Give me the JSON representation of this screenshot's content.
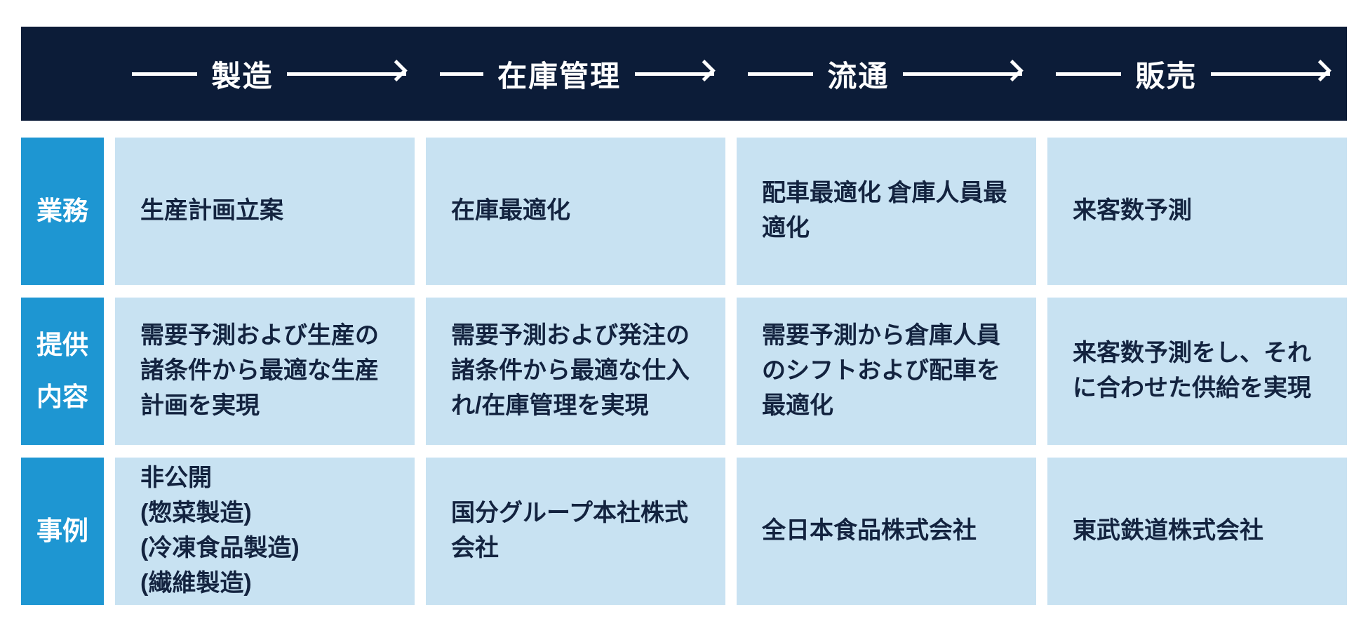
{
  "palette": {
    "header_bg": "#0c1c38",
    "label_bg": "#1e96d2",
    "cell_bg": "#c8e2f2",
    "cell_text": "#13233f",
    "header_text": "#ffffff"
  },
  "flow": {
    "stages": [
      {
        "label": "製造"
      },
      {
        "label": "在庫管理"
      },
      {
        "label": "流通"
      },
      {
        "label": "販売"
      }
    ]
  },
  "rows": [
    {
      "label": "業務",
      "cells": [
        "生産計画立案",
        "在庫最適化",
        "配車最適化 倉庫人員最適化",
        "来客数予測"
      ]
    },
    {
      "label": "提供\n内容",
      "cells": [
        "需要予測および生産の諸条件から最適な生産計画を実現",
        "需要予測および発注の諸条件から最適な仕入れ/在庫管理を実現",
        "需要予測から倉庫人員のシフトおよび配車を最適化",
        "来客数予測をし、それに合わせた供給を実現"
      ]
    },
    {
      "label": "事例",
      "cells": [
        "非公開\n(惣菜製造)\n(冷凍食品製造)\n(繊維製造)",
        "国分グループ本社株式会社",
        "全日本食品株式会社",
        "東武鉄道株式会社"
      ]
    }
  ]
}
